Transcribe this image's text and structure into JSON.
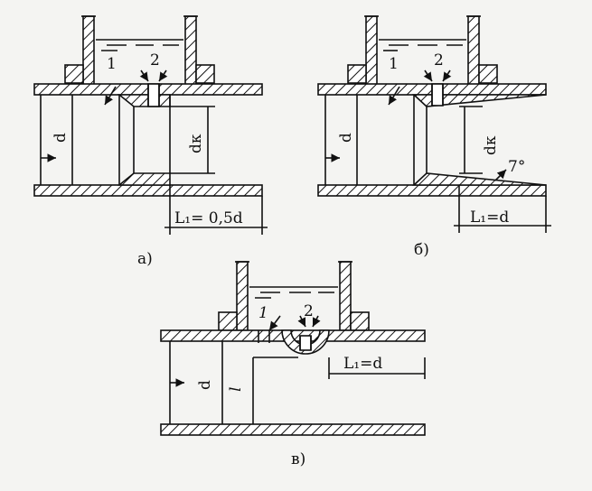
{
  "figures": [
    {
      "id": "a",
      "caption": "а)",
      "labels": {
        "d": "d",
        "dk": "dк",
        "one": "1",
        "two": "2",
        "length": "L₁= 0,5d"
      }
    },
    {
      "id": "b",
      "caption": "б)",
      "labels": {
        "d": "d",
        "dk": "dк",
        "one": "1",
        "two": "2",
        "length": "L₁=d",
        "angle": "7°"
      }
    },
    {
      "id": "c",
      "caption": "в)",
      "labels": {
        "d": "d",
        "l": "l",
        "one": "1",
        "two": "2",
        "length": "L₁=d"
      }
    }
  ]
}
